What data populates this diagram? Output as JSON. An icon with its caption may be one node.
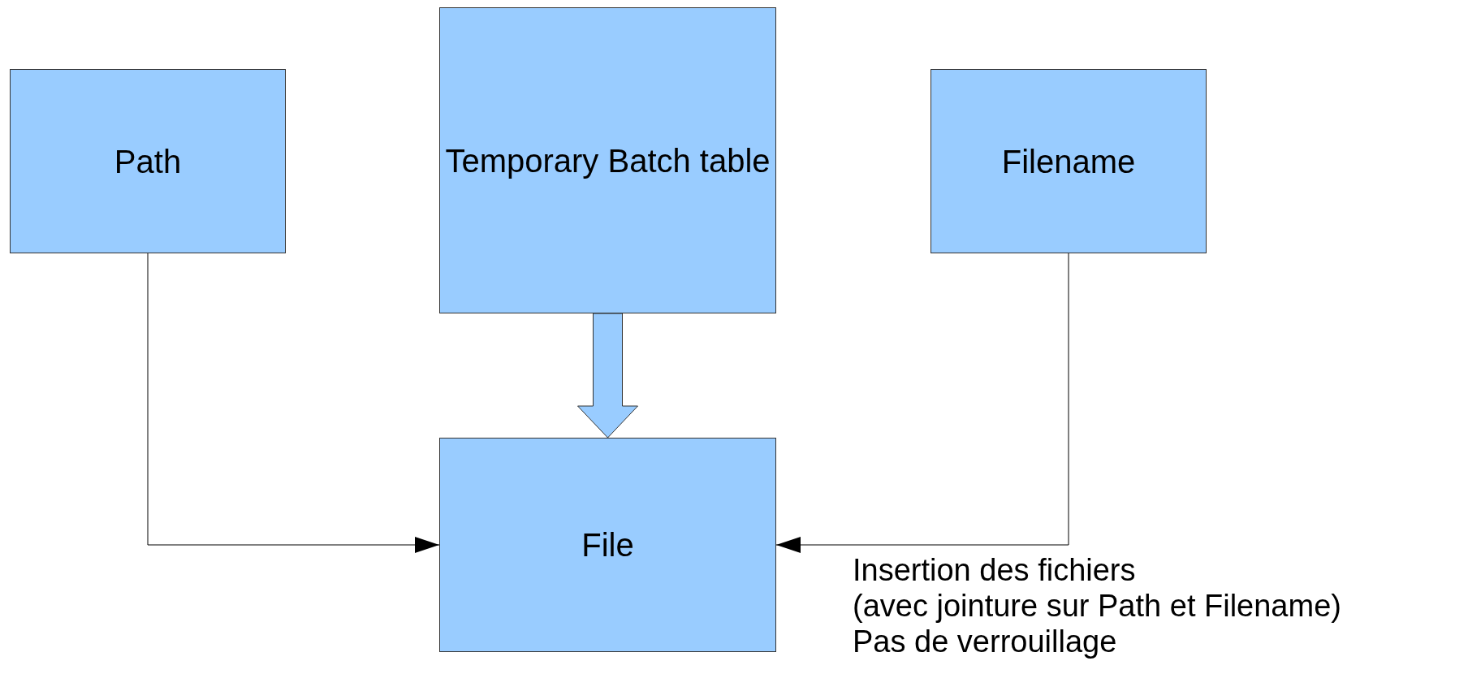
{
  "diagram": {
    "nodes": [
      {
        "text": [
          "Path"
        ]
      },
      {
        "text": [
          "Temporary Batch table"
        ]
      },
      {
        "text": [
          "Filename"
        ]
      },
      {
        "text": [
          "File"
        ]
      }
    ],
    "edges": [
      {
        "from": 0,
        "to": 3,
        "arrow": "to"
      },
      {
        "from": 1,
        "to": 3,
        "arrow": "to",
        "style": "thick"
      },
      {
        "from": 2,
        "to": 3,
        "arrow": "to"
      }
    ],
    "labels": [
      "Insertion des fichiers",
      "(avec jointure sur Path et Filename)",
      "Pas de verrouillage"
    ]
  }
}
